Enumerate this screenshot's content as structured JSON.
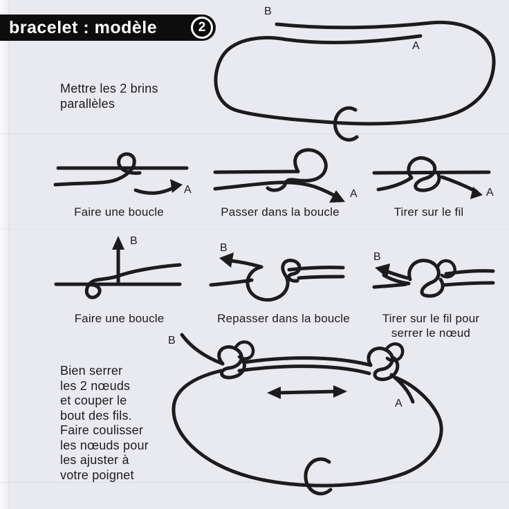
{
  "colors": {
    "ink": "#1c1c1c",
    "background": "#e9e9f0",
    "banner_bg": "#0d0d0d",
    "banner_text": "#ffffff"
  },
  "banner": {
    "title": "bracelet : modèle",
    "model_number": "2"
  },
  "intro": {
    "lines": [
      "Mettre les 2 brins",
      "parallèles"
    ],
    "label_b": "B",
    "label_a": "A"
  },
  "row1": {
    "steps": [
      {
        "caption": "Faire une boucle",
        "end_label": "A"
      },
      {
        "caption": "Passer dans la boucle",
        "end_label": "A"
      },
      {
        "caption": "Tirer sur le fil",
        "end_label": "A"
      }
    ]
  },
  "row2": {
    "steps": [
      {
        "caption": "Faire une boucle",
        "end_label": "B"
      },
      {
        "caption": "Repasser dans la boucle",
        "end_label": "B"
      },
      {
        "caption": "Tirer sur le fil pour serrer le nœud",
        "end_label": "B"
      }
    ]
  },
  "final": {
    "lines": [
      "Bien serrer",
      "les 2 nœuds",
      "et couper le",
      "bout des fils.",
      "Faire coulisser",
      "les nœuds pour",
      "les ajuster à",
      "votre poignet"
    ],
    "label_b": "B",
    "label_a": "A"
  }
}
